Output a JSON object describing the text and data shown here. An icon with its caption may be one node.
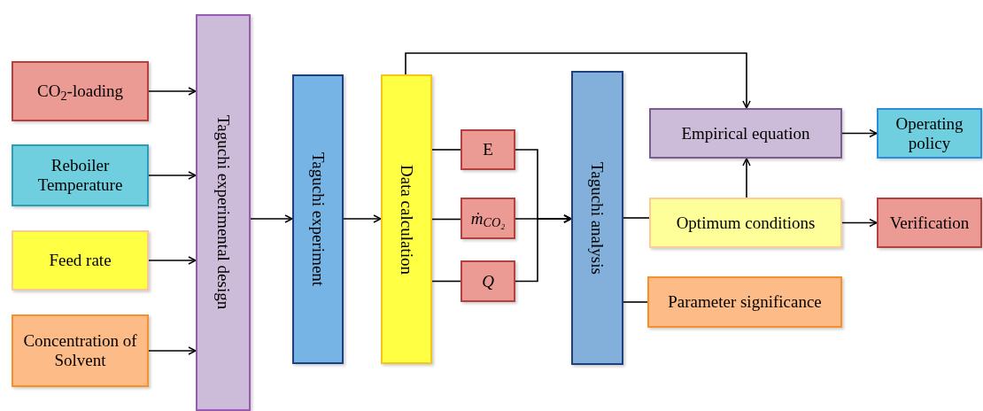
{
  "diagram": {
    "nodes": [
      {
        "text": [
          "CO$_{2}$-loading"
        ]
      },
      {
        "text": [
          "Reboiler Temperature"
        ]
      },
      {
        "text": [
          "Feed rate"
        ]
      },
      {
        "text": [
          "Concentration of Solvent"
        ]
      },
      {
        "text": [
          "Taguchi experimental design"
        ]
      },
      {
        "text": [
          "Taguchi experiment"
        ]
      },
      {
        "text": [
          "Data calculation"
        ]
      },
      {
        "text": [
          "E"
        ]
      },
      {
        "text": [
          "ṁ$_{CO₂}$"
        ]
      },
      {
        "text": [
          "Q"
        ]
      },
      {
        "text": [
          "Taguchi analysis"
        ]
      },
      {
        "text": [
          "Empirical equation"
        ]
      },
      {
        "text": [
          "Operating policy"
        ]
      },
      {
        "text": [
          "Optimum conditions"
        ]
      },
      {
        "text": [
          "Verification"
        ]
      },
      {
        "text": [
          "Parameter significance"
        ]
      }
    ],
    "edges": [
      {
        "from": 0,
        "to": 4,
        "arrow": "to"
      },
      {
        "from": 1,
        "to": 4,
        "arrow": "to"
      },
      {
        "from": 2,
        "to": 4,
        "arrow": "to"
      },
      {
        "from": 3,
        "to": 4,
        "arrow": "to"
      },
      {
        "from": 4,
        "to": 5,
        "arrow": "to"
      },
      {
        "from": 5,
        "to": 6,
        "arrow": "to"
      },
      {
        "from": 6,
        "to": 7,
        "arrow": "none"
      },
      {
        "from": 6,
        "to": 8,
        "arrow": "none"
      },
      {
        "from": 6,
        "to": 9,
        "arrow": "none"
      },
      {
        "from": 7,
        "to": 10,
        "arrow": "to"
      },
      {
        "from": 8,
        "to": 10,
        "arrow": "to"
      },
      {
        "from": 9,
        "to": 10,
        "arrow": "to"
      },
      {
        "from": 6,
        "to": 11,
        "arrow": "to"
      },
      {
        "from": 10,
        "to": 13,
        "arrow": "none"
      },
      {
        "from": 10,
        "to": 15,
        "arrow": "none"
      },
      {
        "from": 13,
        "to": 11,
        "arrow": "to"
      },
      {
        "from": 11,
        "to": 12,
        "arrow": "to"
      },
      {
        "from": 13,
        "to": 14,
        "arrow": "to"
      }
    ]
  }
}
